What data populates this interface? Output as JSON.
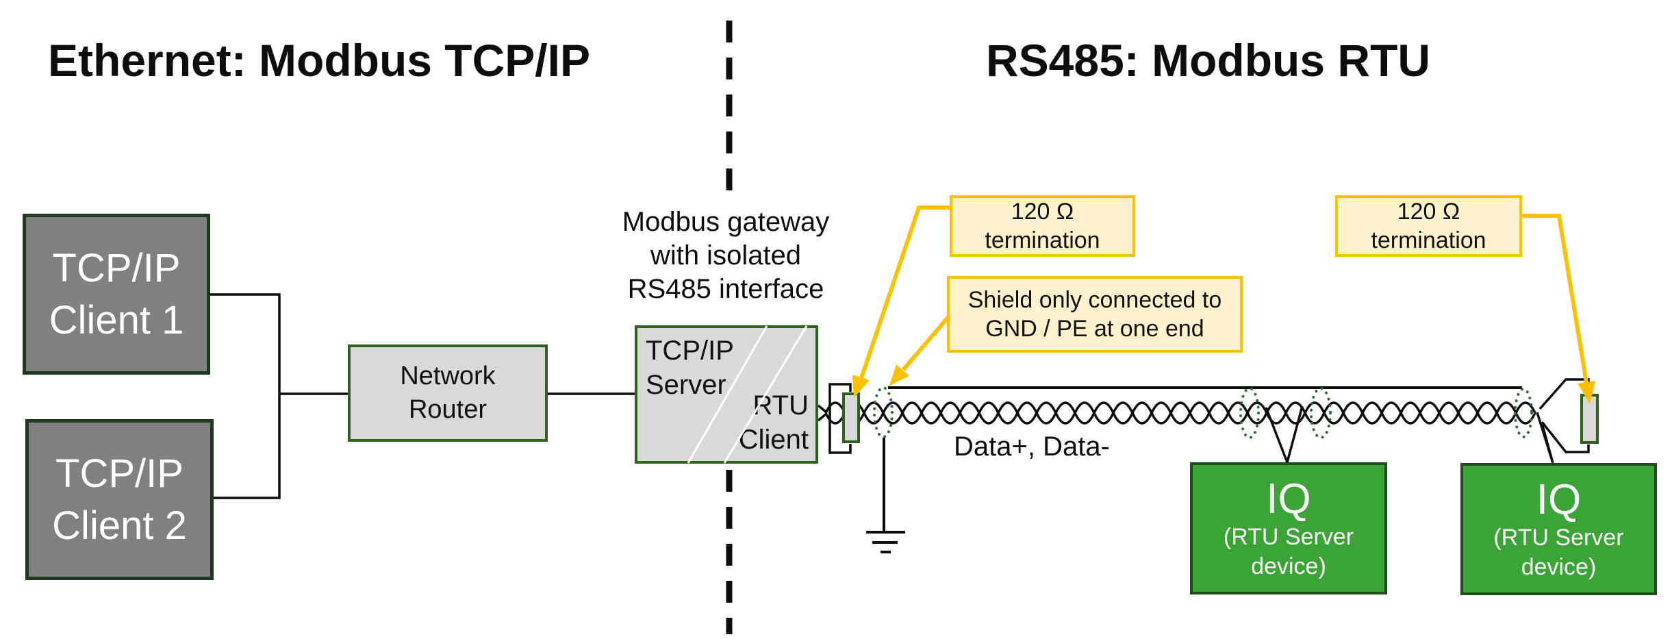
{
  "titles": {
    "left": "Ethernet: Modbus TCP/IP",
    "right": "RS485: Modbus RTU"
  },
  "clients": [
    {
      "line1": "TCP/IP",
      "line2": "Client 1"
    },
    {
      "line1": "TCP/IP",
      "line2": "Client 2"
    }
  ],
  "router": {
    "line1": "Network",
    "line2": "Router"
  },
  "gateway": {
    "caption": [
      "Modbus gateway",
      "with isolated",
      "RS485 interface"
    ],
    "server_line1": "TCP/IP",
    "server_line2": "Server",
    "client_line1": "RTU",
    "client_line2": "Client"
  },
  "callouts": {
    "termination_left": [
      "120 Ω",
      "termination"
    ],
    "shield": [
      "Shield only connected to",
      "GND / PE at one end"
    ],
    "termination_right": [
      "120 Ω",
      "termination"
    ]
  },
  "bus_label": "Data+, Data-",
  "servers": [
    {
      "name": "IQ",
      "sub1": "(RTU Server",
      "sub2": "device)"
    },
    {
      "name": "IQ",
      "sub1": "(RTU Server",
      "sub2": "device)"
    }
  ],
  "colors": {
    "client_fill": "#808080",
    "client_border": "#1e391e",
    "panel_fill": "#d9d9d9",
    "panel_border": "#2e611c",
    "server_fill": "#3aa437",
    "server_border": "#1f4e1a",
    "callout_fill": "#fff2cc",
    "callout_accent": "#ffc000",
    "wire": "#0d0d0d",
    "shield_mark": "#336b33"
  }
}
